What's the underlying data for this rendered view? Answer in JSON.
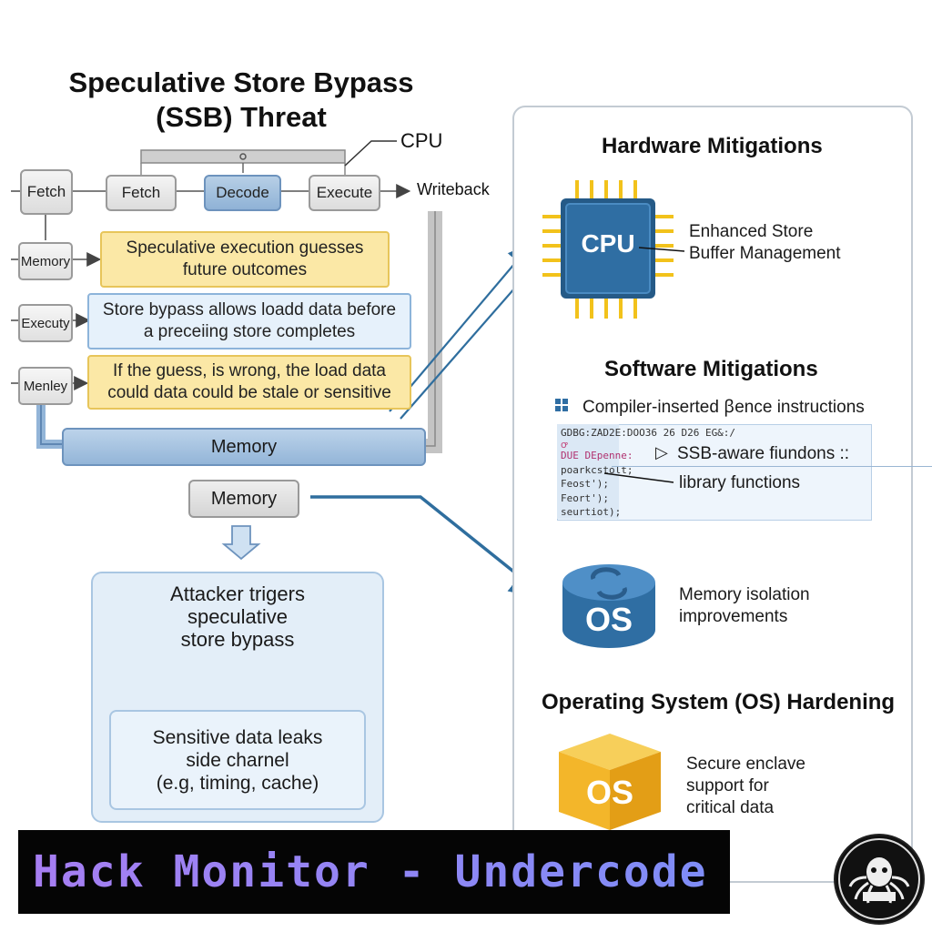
{
  "title": [
    "Speculative Store Bypass",
    "(SSB) Threat"
  ],
  "cpu_label": "CPU",
  "writeback_label": "Writeback",
  "pipeline": {
    "left_fetch": "Fetch",
    "stages": [
      "Fetch",
      "Decode",
      "Execute"
    ],
    "side": [
      "Memory",
      "Executy",
      "Menley"
    ]
  },
  "notes": [
    [
      "Speculative execution guesses",
      "future outcomes"
    ],
    [
      "Store bypass allows loadd data before",
      "a preceiing store completes"
    ],
    [
      "If the guess, is wrong, the load data",
      "could data could be stale or sensitive"
    ]
  ],
  "memory_bar": "Memory",
  "memory_box": "Memory",
  "attack": [
    "Attacker trigers",
    "speculative",
    "store bypass"
  ],
  "leak": [
    "Sensitive data leaks",
    "side charnel",
    "(e.g, timing, cache)"
  ],
  "hardware": {
    "heading": "Hardware Mitigations",
    "chip_label": "CPU",
    "desc": [
      "Enhanced Store",
      "Buffer Management"
    ]
  },
  "software": {
    "heading": "Software Mitigations",
    "item1": "Compiler-inserted ꞵence instructions",
    "code_lines": [
      "GDBG:ZAD2E:DOO36 26 D26 EG&:/",
      "ꝍ",
      "DUE DEpenne:",
      "poarkcstolt;",
      "Feost');",
      "Feort');",
      "seurtiot);"
    ],
    "item2": "SSB-aware fiundons ::",
    "item3": "library functions"
  },
  "os_memory": {
    "label": "OS",
    "desc": [
      "Memory isolation",
      "improvements"
    ]
  },
  "os_hardening": {
    "heading": "Operating System (OS) Hardening",
    "label": "OS",
    "desc": [
      "Secure enclave",
      "support for",
      "critical data"
    ]
  },
  "banner": "Hack Monitor - Undercode",
  "colors": {
    "accent_blue": "#2f6e9e",
    "note_yellow": "#fbe8a6",
    "chip_blue": "#2f6ea3",
    "pin_yellow": "#f2c21b",
    "os_orange": "#f3b62a",
    "banner_purple": "#a67ef2"
  }
}
